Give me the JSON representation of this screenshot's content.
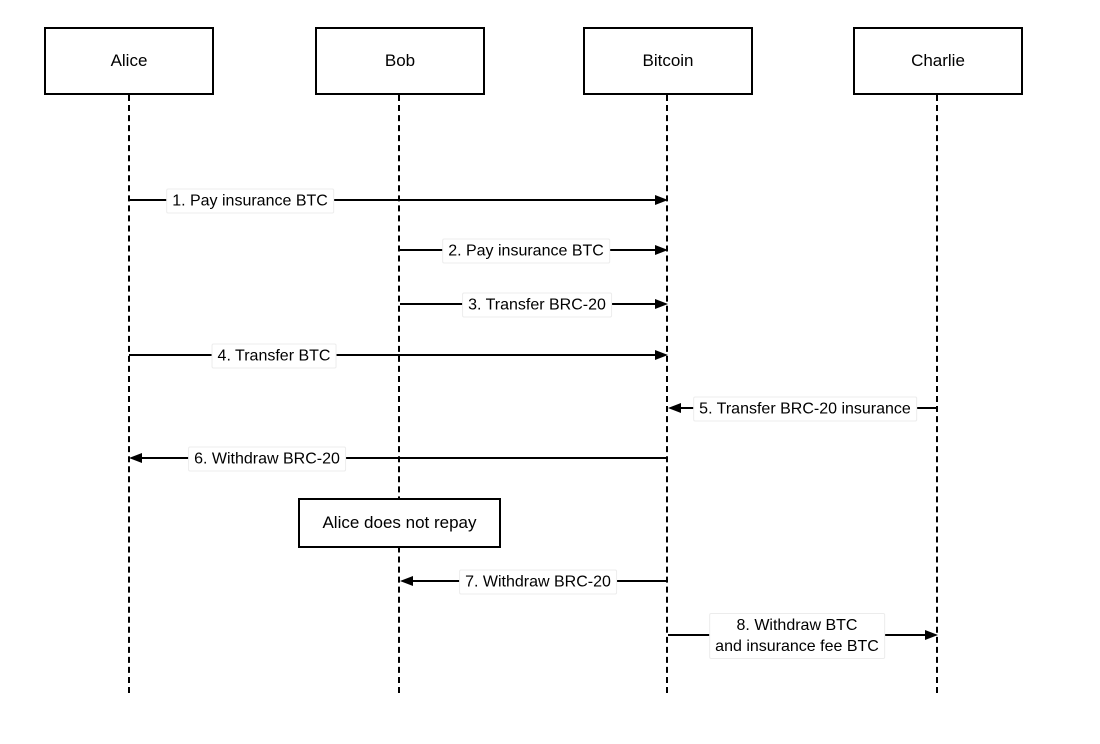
{
  "diagram_type": "sequence",
  "colors": {
    "stroke": "#000000",
    "background": "#ffffff"
  },
  "actors": [
    {
      "name": "Alice"
    },
    {
      "name": "Bob"
    },
    {
      "name": "Bitcoin"
    },
    {
      "name": "Charlie"
    }
  ],
  "messages": [
    {
      "label": "1. Pay insurance BTC",
      "from": "Alice",
      "to": "Bitcoin"
    },
    {
      "label": "2. Pay insurance BTC",
      "from": "Bob",
      "to": "Bitcoin"
    },
    {
      "label": "3. Transfer BRC-20",
      "from": "Bob",
      "to": "Bitcoin"
    },
    {
      "label": "4. Transfer BTC",
      "from": "Alice",
      "to": "Bitcoin"
    },
    {
      "label": "5. Transfer BRC-20 insurance",
      "from": "Charlie",
      "to": "Bitcoin"
    },
    {
      "label": "6. Withdraw BRC-20",
      "from": "Bitcoin",
      "to": "Alice"
    },
    {
      "label": "7. Withdraw BRC-20",
      "from": "Bitcoin",
      "to": "Bob"
    },
    {
      "label": "8. Withdraw BTC\nand insurance fee BTC",
      "from": "Bitcoin",
      "to": "Charlie"
    }
  ],
  "note": {
    "label": "Alice does not repay"
  }
}
